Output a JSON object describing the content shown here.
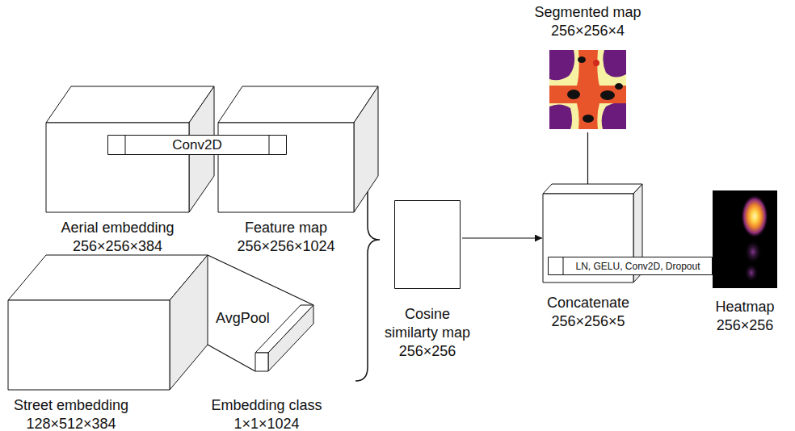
{
  "diagram": {
    "nodes": [
      {
        "text": [
          "Aerial embedding",
          "256×256×384"
        ]
      },
      {
        "text": [
          "Feature map",
          "256×256×1024"
        ]
      },
      {
        "text": [
          "Conv2D"
        ]
      },
      {
        "text": [
          "Street embedding",
          "128×512×384"
        ]
      },
      {
        "text": [
          "Embedding class",
          "1×1×1024"
        ]
      },
      {
        "text": [
          "Cosine similarty map",
          "256×256"
        ]
      },
      {
        "text": [
          "Segmented map",
          "256×256×4"
        ]
      },
      {
        "text": [
          "Concatenate",
          "256×256×5"
        ]
      },
      {
        "text": [
          "LN, GELU, Conv2D, Dropout"
        ]
      },
      {
        "text": [
          "Heatmap",
          "256×256"
        ]
      }
    ],
    "edges": [
      {
        "from": 3,
        "to": 4,
        "label": "AvgPool",
        "arrow": "none"
      },
      {
        "from": 5,
        "to": 7,
        "arrow": "to"
      },
      {
        "from": 6,
        "to": 7,
        "arrow": "to"
      }
    ]
  }
}
